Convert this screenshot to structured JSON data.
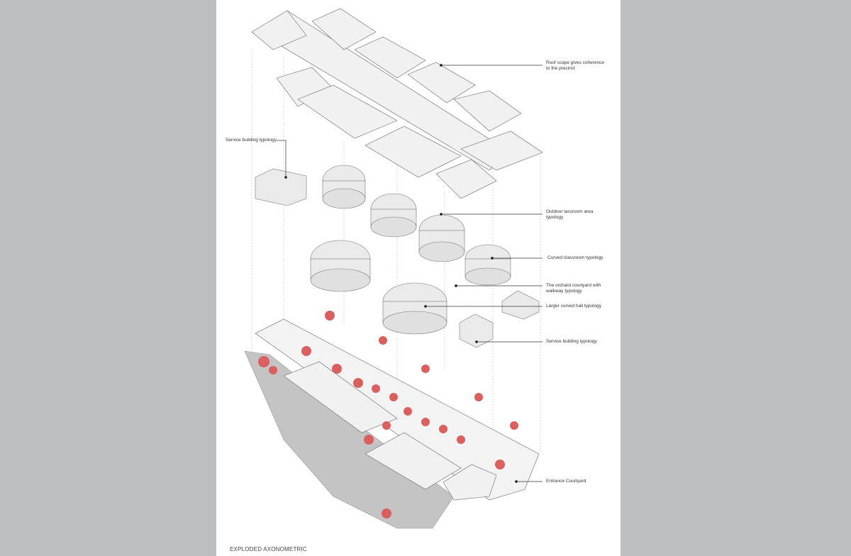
{
  "title": "EXPLODED AXONOMETRIC",
  "annotations": {
    "roofscape": "Roof scape gives coherence\nto the precinct",
    "service_top": "Service building typology",
    "outdoor_classroom": "Outdoor lassroom area\ntypology",
    "curved_classroom": "Curved classroom typology",
    "orchard": "The orchard courtyard with\nwalkway typology",
    "larger_hall": "Larger curved hall typology",
    "service_bottom": "Service building typology",
    "entrance": "Entrance Courtyard"
  },
  "colors": {
    "background": "#bdbec0",
    "sheet": "#ffffff",
    "trees": "#d9605f",
    "ground": "#c4c4c4",
    "lines": "#555555"
  }
}
